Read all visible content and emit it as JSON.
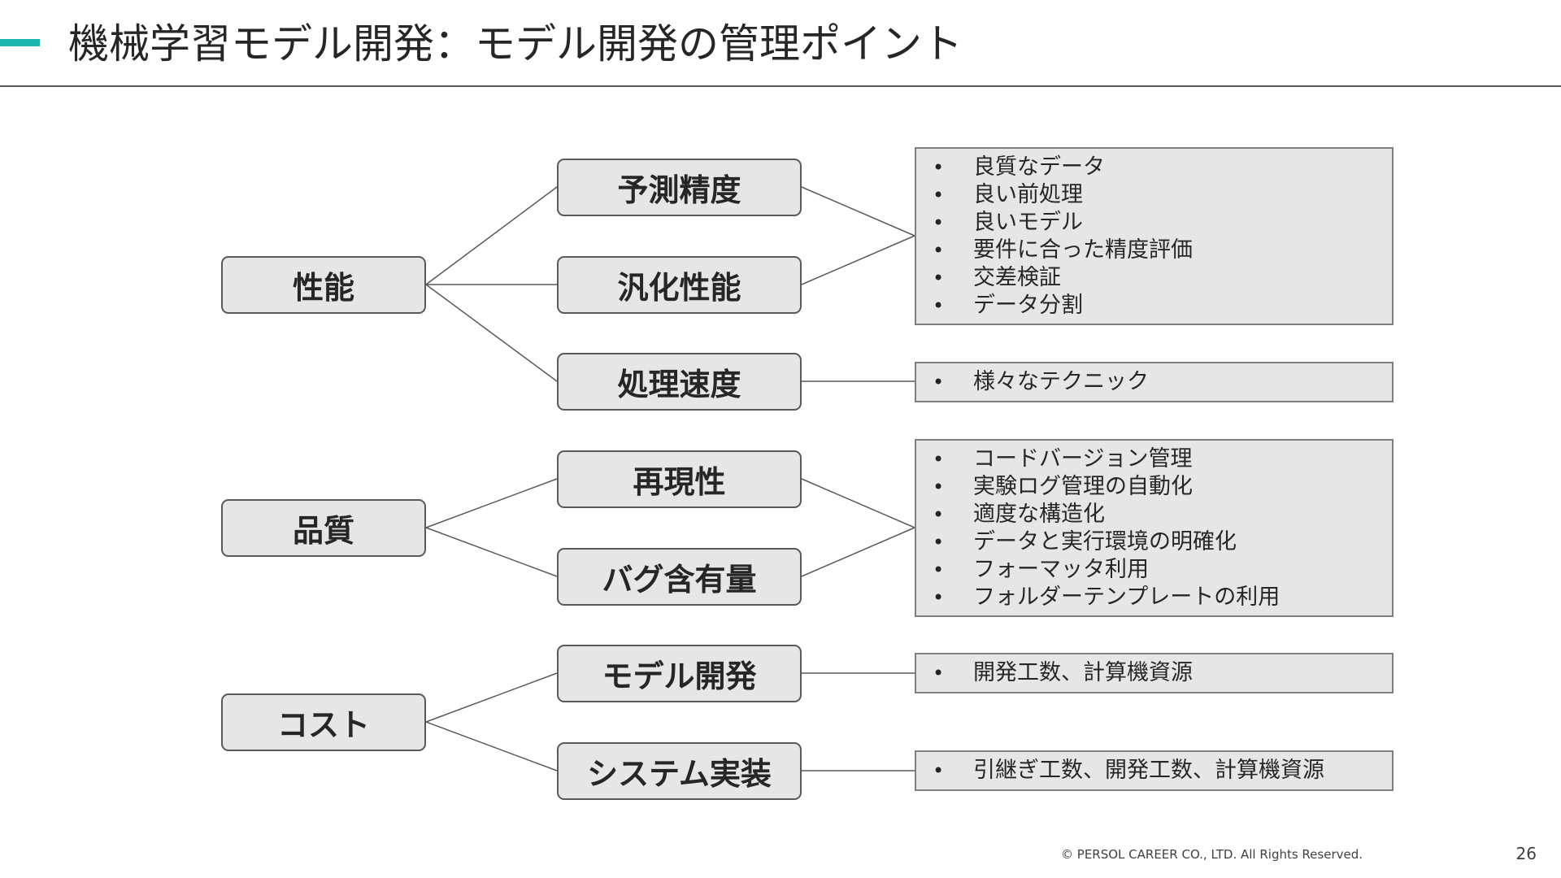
{
  "header": {
    "title": "機械学習モデル開発：モデル開発の管理ポイント",
    "accent_color": "#1ab5b0"
  },
  "tree": {
    "categories": [
      {
        "label": "性能"
      },
      {
        "label": "品質"
      },
      {
        "label": "コスト"
      }
    ],
    "subs": [
      {
        "label": "予測精度"
      },
      {
        "label": "汎化性能"
      },
      {
        "label": "処理速度"
      },
      {
        "label": "再現性"
      },
      {
        "label": "バグ含有量"
      },
      {
        "label": "モデル開発"
      },
      {
        "label": "システム実装"
      }
    ],
    "details": [
      {
        "items": [
          "良質なデータ",
          "良い前処理",
          "良いモデル",
          "要件に合った精度評価",
          "交差検証",
          "データ分割"
        ]
      },
      {
        "items": [
          "様々なテクニック"
        ]
      },
      {
        "items": [
          "コードバージョン管理",
          "実験ログ管理の自動化",
          "適度な構造化",
          "データと実行環境の明確化",
          "フォーマッタ利用",
          "フォルダーテンプレートの利用"
        ]
      },
      {
        "items": [
          "開発工数、計算機資源"
        ]
      },
      {
        "items": [
          "引継ぎ工数、開発工数、計算機資源"
        ]
      }
    ]
  },
  "footer": {
    "copyright": "© PERSOL CAREER CO., LTD. All Rights Reserved.",
    "page_number": "26"
  }
}
